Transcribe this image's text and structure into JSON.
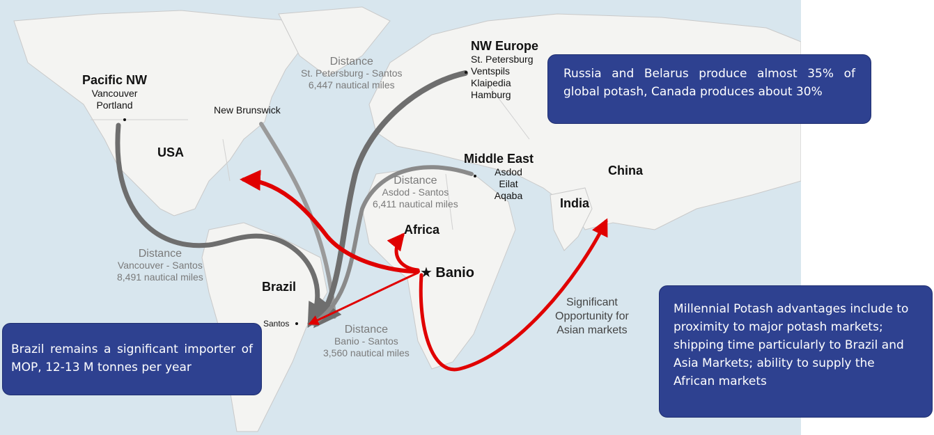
{
  "regions": {
    "pacific_nw": {
      "name": "Pacific NW",
      "cities": [
        "Vancouver",
        "Portland"
      ]
    },
    "usa": "USA",
    "new_brunswick": "New Brunswick",
    "nw_europe": {
      "name": "NW Europe",
      "cities": [
        "St. Petersburg",
        "Ventspils",
        "Klaipedia",
        "Hamburg"
      ]
    },
    "middle_east": {
      "name": "Middle East",
      "cities": [
        "Asdod",
        "Eilat",
        "Aqaba"
      ]
    },
    "china": "China",
    "india": "India",
    "africa": "Africa",
    "banio": "Banio",
    "brazil": "Brazil",
    "santos": "Santos"
  },
  "distances": {
    "st_petersburg": {
      "heading": "Distance",
      "route": "St. Petersburg - Santos",
      "miles": "6,447 nautical miles"
    },
    "asdod": {
      "heading": "Distance",
      "route": "Asdod - Santos",
      "miles": "6,411 nautical miles"
    },
    "vancouver": {
      "heading": "Distance",
      "route": "Vancouver - Santos",
      "miles": "8,491 nautical miles"
    },
    "banio": {
      "heading": "Distance",
      "route": "Banio - Santos",
      "miles": "3,560 nautical miles"
    }
  },
  "asia_opportunity": [
    "Significant",
    "Opportunity for",
    "Asian markets"
  ],
  "callouts": {
    "russia": "Russia and Belarus produce almost 35% of global potash, Canada produces about 30%",
    "brazil": "Brazil remains a significant importer of MOP, 12-13 M tonnes per year",
    "millennial": "Millennial Potash advantages include to proximity to major potash markets; shipping time particularly to Brazil and Asia Markets; ability to supply the African markets"
  },
  "colors": {
    "ocean": "#d8e6ee",
    "land": "#f4f4f2",
    "route_grey": "#6e6e6e",
    "route_red": "#e00000",
    "callout_bg": "#2e4190"
  },
  "icons": {
    "banio_marker": "star-icon"
  }
}
